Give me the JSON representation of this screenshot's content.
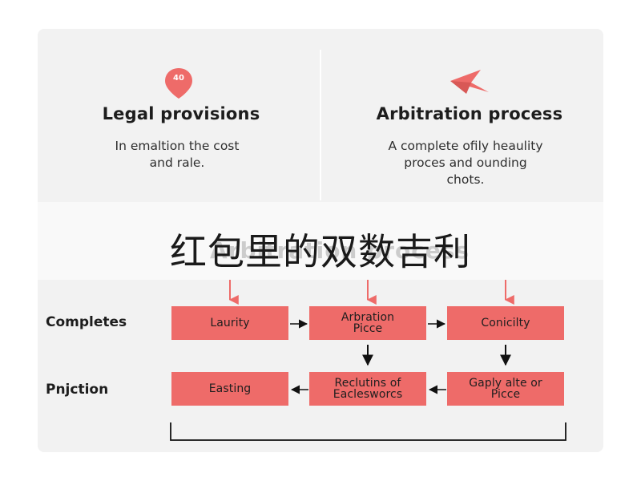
{
  "colors": {
    "accent": "#ee6b69",
    "card_background": "#f2f2f2",
    "text": "#1d1d1d"
  },
  "columns": [
    {
      "icon": "location-pin-icon",
      "icon_label": "40",
      "title": "Legal provisions",
      "description": "In emaltion the cost\nand rale."
    },
    {
      "icon": "paper-plane-icon",
      "title": "Arbitration process",
      "description": "A complete ofily heaulity\nproces and ounding\nchots."
    }
  ],
  "banner": {
    "text": "红包里的双数吉利",
    "ghost_text": "Arbitration process"
  },
  "flow": {
    "rows": [
      {
        "label": "Completes"
      },
      {
        "label": "Pnjction"
      }
    ],
    "nodes": [
      {
        "label": "Laurity"
      },
      {
        "label": "Arbration\nPicce"
      },
      {
        "label": "Conicilty"
      },
      {
        "label": "Easting"
      },
      {
        "label": "Reclutins of\nEaclesworcs"
      },
      {
        "label": "Gaply alte or\nPicce"
      }
    ]
  }
}
